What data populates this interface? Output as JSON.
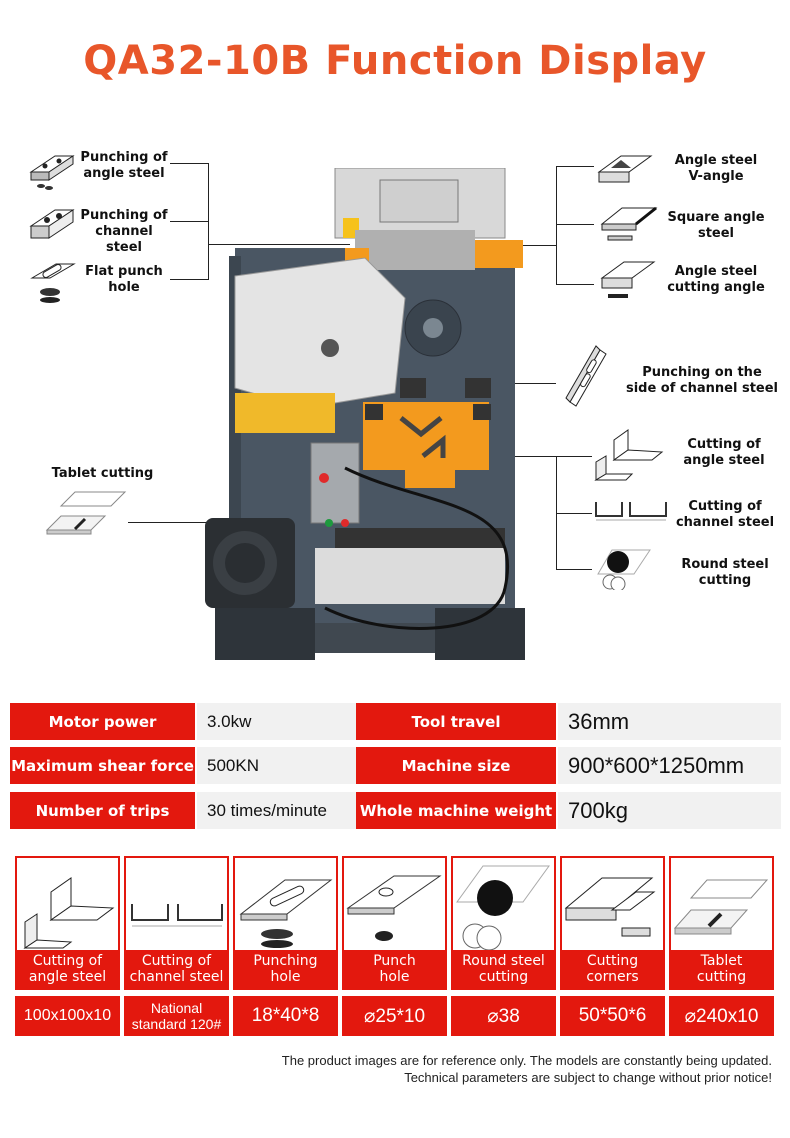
{
  "title": "QA32-10B Function Display",
  "left_callouts": [
    {
      "label": "Punching of\nangle steel"
    },
    {
      "label": "Punching of\nchannel steel"
    },
    {
      "label": "Flat punch\nhole"
    },
    {
      "label": "Tablet cutting"
    }
  ],
  "right_callouts": [
    {
      "label": "Angle steel\nV-angle"
    },
    {
      "label": "Square angle\nsteel"
    },
    {
      "label": "Angle steel\ncutting angle"
    },
    {
      "label": "Punching on the\nside of channel steel"
    },
    {
      "label": "Cutting of\nangle steel"
    },
    {
      "label": "Cutting of\nchannel steel"
    },
    {
      "label": "Round steel\ncutting"
    }
  ],
  "specs": [
    {
      "label1": "Motor power",
      "value1": "3.0kw",
      "label2": "Tool travel",
      "value2": "36mm"
    },
    {
      "label1": "Maximum shear force",
      "value1": "500KN",
      "label2": "Machine size",
      "value2": "900*600*1250mm"
    },
    {
      "label1": "Number of trips",
      "value1": "30 times/minute",
      "label2": "Whole machine weight",
      "value2": "700kg"
    }
  ],
  "functions": [
    {
      "caption": "Cutting of\nangle steel",
      "param": "100x100x10"
    },
    {
      "caption": "Cutting of\nchannel steel",
      "param": "National\nstandard 120#"
    },
    {
      "caption": "Punching\nhole",
      "param": "18*40*8"
    },
    {
      "caption": "Punch\nhole",
      "param": "⌀25*10"
    },
    {
      "caption": "Round steel\ncutting",
      "param": "⌀38"
    },
    {
      "caption": "Cutting\ncorners",
      "param": "50*50*6"
    },
    {
      "caption": "Tablet\ncutting",
      "param": "⌀240x10"
    }
  ],
  "footer": {
    "line1": "The product images are for reference only. The models are constantly being updated.",
    "line2": "Technical parameters are subject to change without prior notice!"
  },
  "colors": {
    "title": "#e8562a",
    "accent_red": "#e3180e",
    "machine_gray": "#4a5663",
    "machine_orange": "#f39a1e"
  }
}
